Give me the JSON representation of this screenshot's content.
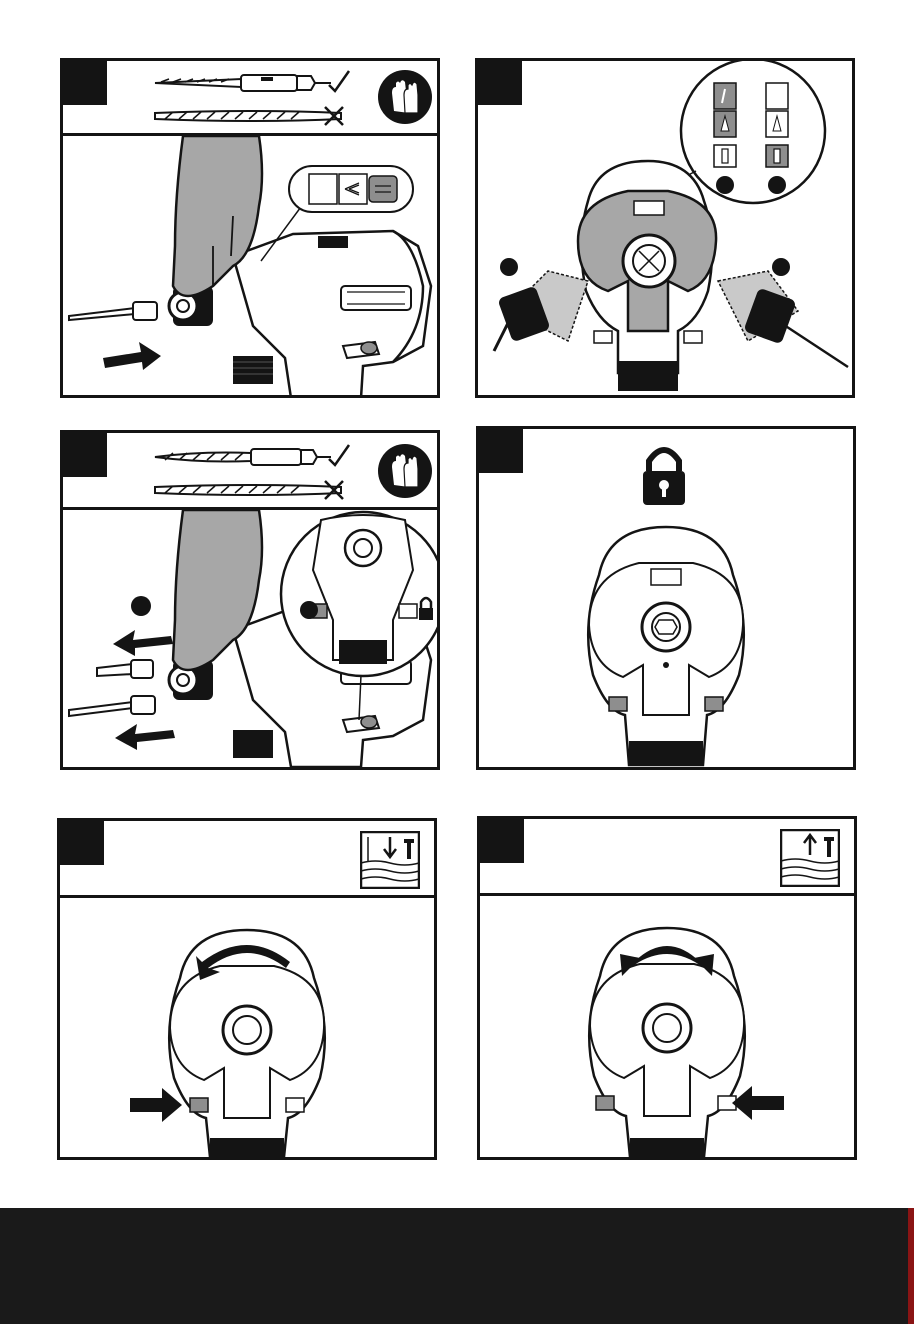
{
  "page": {
    "colors": {
      "ink": "#141414",
      "hand_gray": "#a7a7a7",
      "mid_gray": "#8e8e8e",
      "footer": "#1a1a1a",
      "footer_edge": "#8a1414"
    }
  },
  "panels": [
    {
      "id": "fit-accessory",
      "icons": [
        "drill-bit-hex-ok-icon",
        "drill-bit-round-not-ok-icon",
        "gloves-icon"
      ]
    },
    {
      "id": "select-mode",
      "icons": [
        "mode-selector-icon",
        "screw-mode-icon",
        "drill-mode-icon"
      ]
    },
    {
      "id": "remove-accessory",
      "icons": [
        "drill-bit-hex-ok-icon",
        "drill-bit-round-not-ok-icon",
        "gloves-icon",
        "lock-icon"
      ]
    },
    {
      "id": "lock-position",
      "icons": [
        "padlock-icon"
      ]
    },
    {
      "id": "forward-rotation",
      "icons": [
        "screw-in-icon",
        "rotation-arrow-icon",
        "push-arrow-icon"
      ]
    },
    {
      "id": "reverse-rotation",
      "icons": [
        "screw-out-icon",
        "rotation-arrow-icon",
        "push-arrow-icon"
      ]
    }
  ]
}
